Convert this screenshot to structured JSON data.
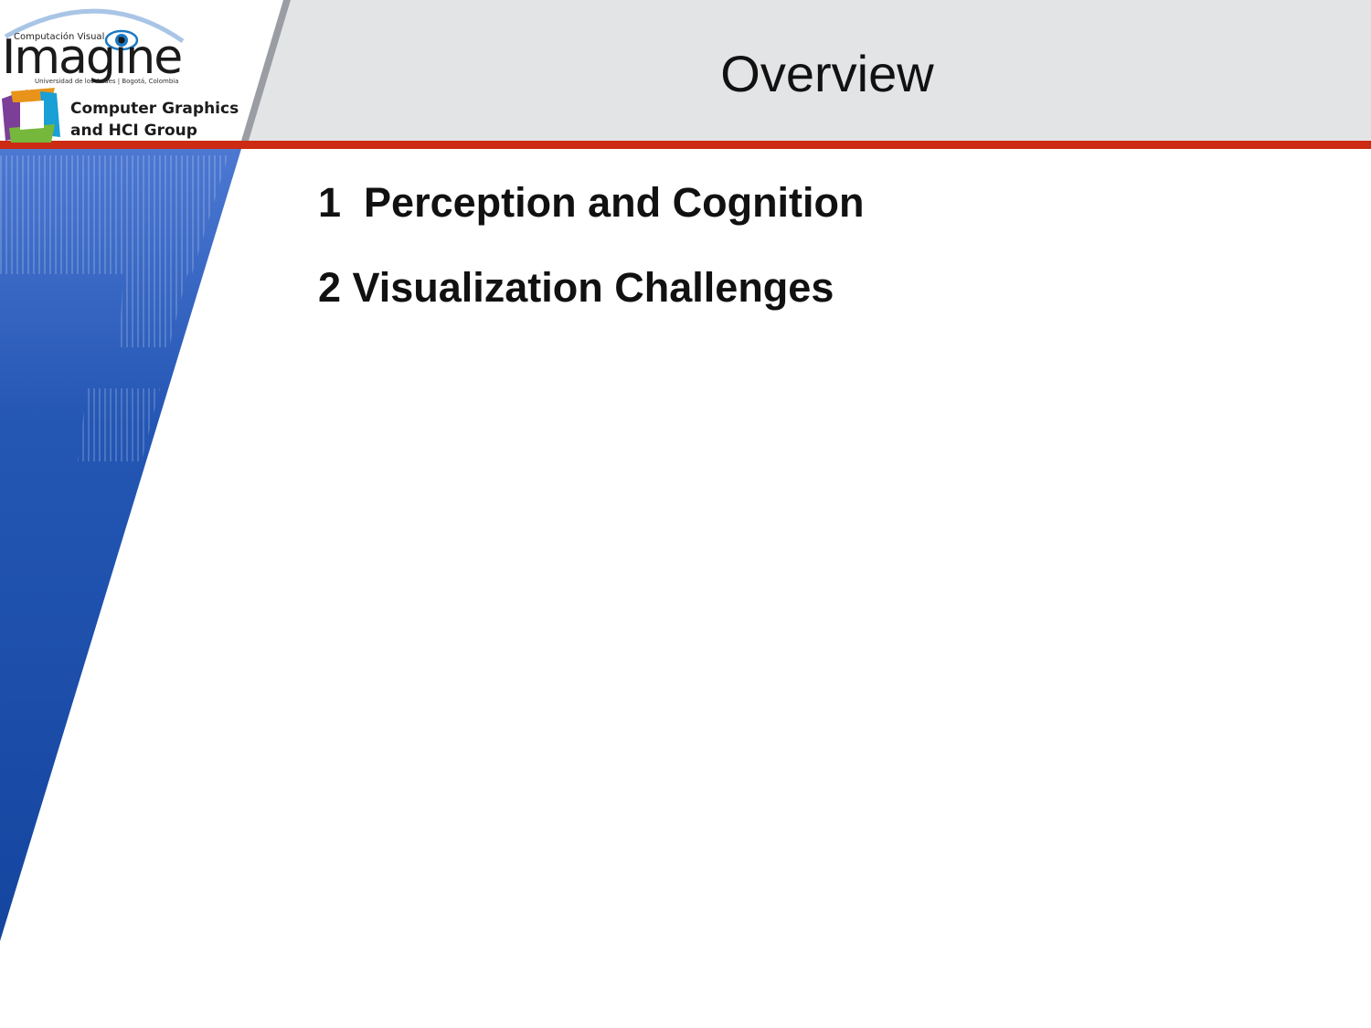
{
  "slide": {
    "title": "Overview",
    "outline": [
      {
        "text": "1  Perception and Cognition"
      },
      {
        "text": "2 Visualization Challenges"
      }
    ]
  },
  "logo": {
    "top_small": "Computación Visual",
    "wordmark": "Imagine",
    "affiliation": "Universidad de los Andes | Bogotá, Colombia",
    "group_line1": "Computer Graphics",
    "group_line2": "and HCI Group"
  },
  "colors": {
    "header_gray": "#e3e4e6",
    "accent_red": "#cc2a12",
    "sidebar_blue": "#1d4fa6"
  }
}
